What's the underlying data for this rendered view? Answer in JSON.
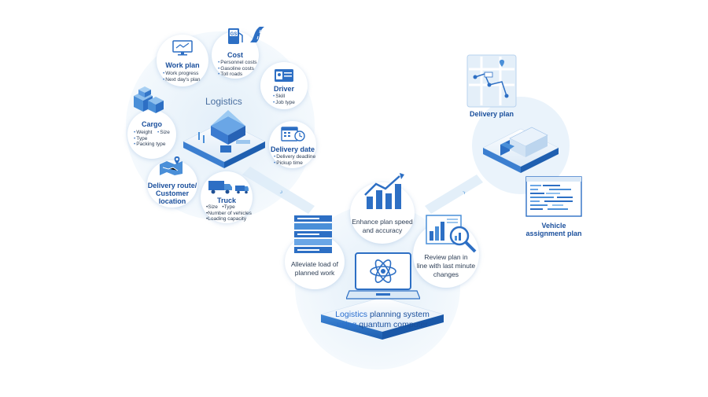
{
  "logistics_title": "Logistics",
  "nodes": {
    "work_plan": {
      "title": "Work plan",
      "items": [
        "Work progress",
        "Next day's plan"
      ]
    },
    "cost": {
      "title": "Cost",
      "icon_text": "GS",
      "items": [
        "Personnel costs",
        "Gasoline costs",
        "Toll roads"
      ]
    },
    "driver": {
      "title": "Driver",
      "items": [
        "Skill",
        "Job type"
      ]
    },
    "cargo": {
      "title": "Cargo",
      "items_left": [
        "Weight",
        "Type",
        "Packing type"
      ],
      "items_right": [
        "Size"
      ]
    },
    "delivery_date": {
      "title": "Delivery date",
      "items": [
        "Delivery deadline",
        "Pickup time"
      ]
    },
    "route": {
      "title_line1": "Delivery route/",
      "title_line2": "Customer location"
    },
    "truck": {
      "title": "Truck",
      "items_row1_a": "Size",
      "items_row1_b": "Type",
      "items": [
        "Number of vehicles",
        "Loading capacity"
      ]
    }
  },
  "center": {
    "alleviate_line1": "Alleviate load of",
    "alleviate_line2": "planned work",
    "enhance_line1": "Enhance plan speed",
    "enhance_line2": "and accuracy",
    "review_line1": "Review plan in",
    "review_line2": "line with last minute",
    "review_line3": "changes",
    "system_line1_a": "Logistics ",
    "system_line1_b": "planning system",
    "system_line2_a": "using ",
    "system_line2_b": "quantum computer"
  },
  "outputs": {
    "delivery_plan": "Delivery plan",
    "vehicle_line1": "Vehicle",
    "vehicle_line2": "assignment plan"
  },
  "colors": {
    "accent": "#1a4f9c",
    "highlight": "#2a6fd0",
    "light": "#e8f2fb",
    "mid": "#4a8fd8"
  }
}
